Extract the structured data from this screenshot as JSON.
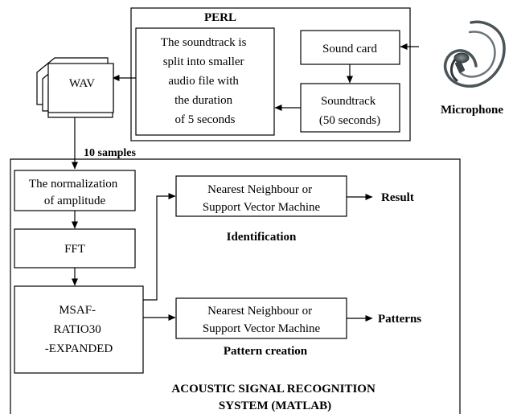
{
  "perl": {
    "title": "PERL",
    "split_box": [
      "The soundtrack is",
      "split into smaller",
      "audio file with",
      "the duration",
      "of 5 seconds"
    ],
    "sound_card": "Sound card",
    "soundtrack": [
      "Soundtrack",
      "(50 seconds)"
    ]
  },
  "microphone_label": "Microphone",
  "wav_label": "WAV",
  "samples_label": "10 samples",
  "matlab": {
    "normalization": [
      "The normalization",
      "of amplitude"
    ],
    "fft": "FFT",
    "msaf": [
      "MSAF-",
      "RATIO30",
      "-EXPANDED"
    ],
    "classifier_top": [
      "Nearest Neighbour or",
      "Support Vector Machine"
    ],
    "classifier_bottom": [
      "Nearest Neighbour or",
      "Support Vector Machine"
    ],
    "result": "Result",
    "patterns": "Patterns",
    "identification": "Identification",
    "pattern_creation": "Pattern creation",
    "system_title": [
      "ACOUSTIC SIGNAL RECOGNITION",
      "SYSTEM (MATLAB)"
    ]
  },
  "icons": {
    "microphone": "microphone-icon"
  }
}
